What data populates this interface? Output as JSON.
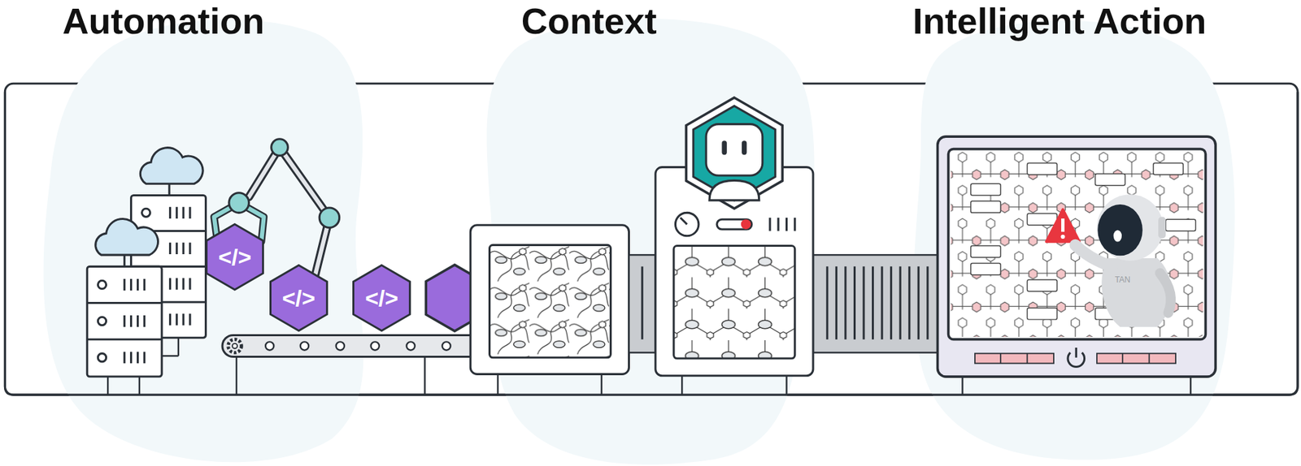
{
  "diagram": {
    "nodes": [
      {
        "text": [
          "</>"
        ]
      },
      {
        "text": [
          "</>"
        ]
      },
      {
        "text": [
          "</>"
        ]
      }
    ],
    "labels": [
      "Automation",
      "Context",
      "Intelligent Action",
      "TAN"
    ]
  }
}
